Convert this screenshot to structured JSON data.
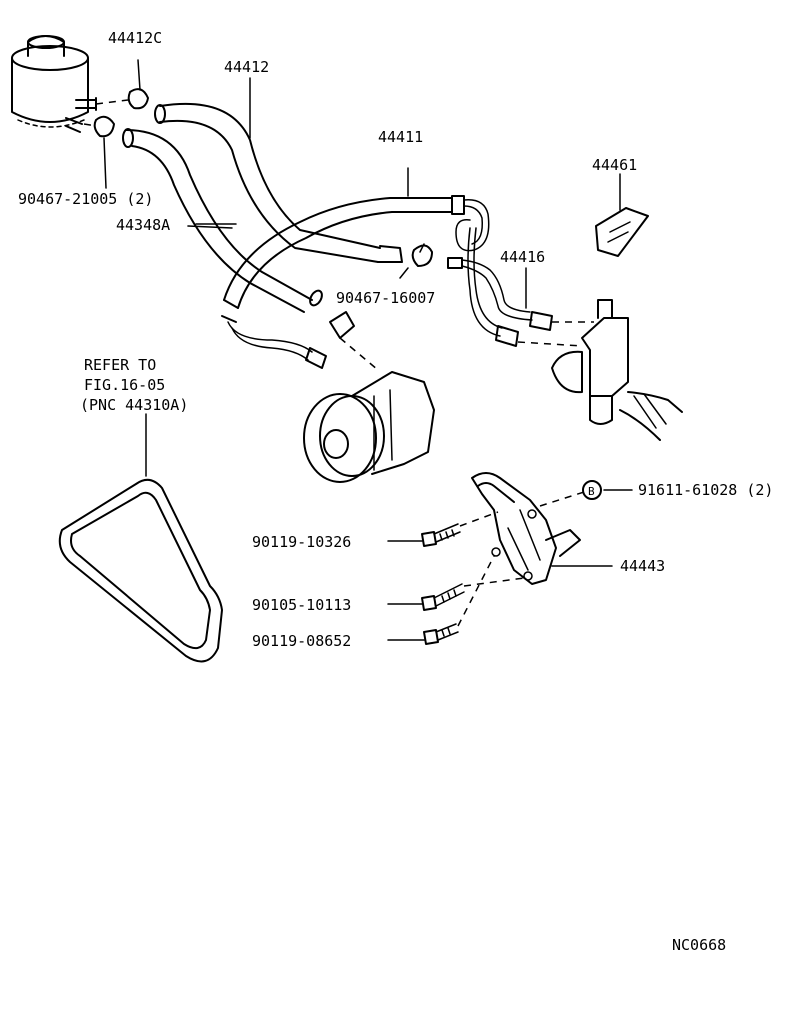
{
  "diagram": {
    "labels": {
      "p44412c": "44412C",
      "p44412": "44412",
      "p44411": "44411",
      "p44461": "44461",
      "p90467_21005": "90467-21005 (2)",
      "p44348a": "44348A",
      "p44416": "44416",
      "p90467_16007": "90467-16007",
      "refer1": "REFER TO",
      "refer2": "FIG.16-05",
      "refer3": "(PNC 44310A)",
      "p91611_61028": "91611-61028 (2)",
      "b_marker": "B",
      "p90119_10326": "90119-10326",
      "p44443": "44443",
      "p90105_10113": "90105-10113",
      "p90119_08652": "90119-08652",
      "code": "NC0668"
    }
  }
}
